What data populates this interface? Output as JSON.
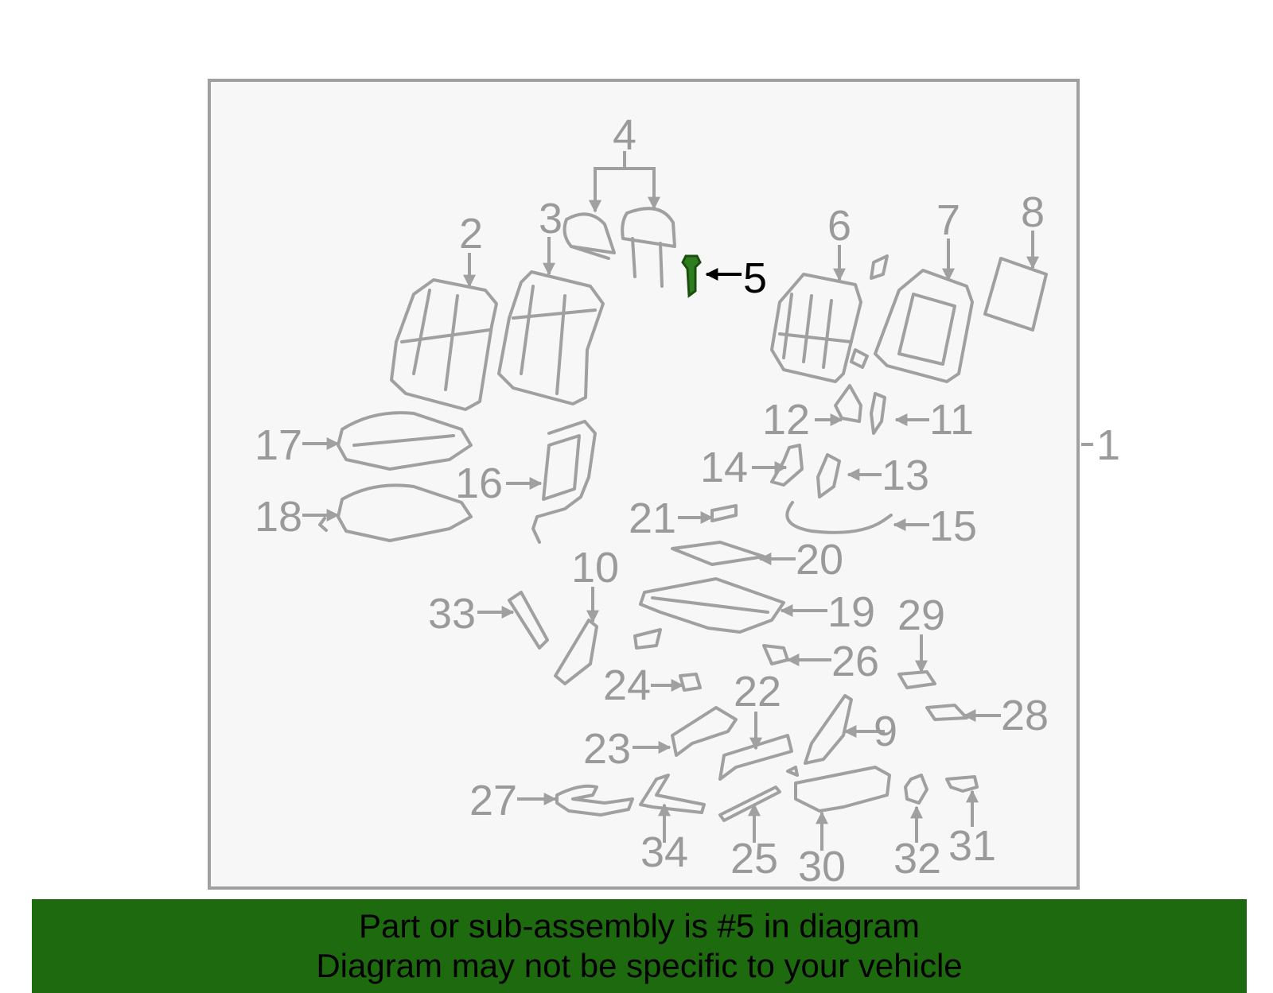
{
  "diagram": {
    "highlight_color": "#2e7d1e",
    "callouts": {
      "c1": "1",
      "c2": "2",
      "c3": "3",
      "c4": "4",
      "c5": "5",
      "c6": "6",
      "c7": "7",
      "c8": "8",
      "c9": "9",
      "c10": "10",
      "c11": "11",
      "c12": "12",
      "c13": "13",
      "c14": "14",
      "c15": "15",
      "c16": "16",
      "c17": "17",
      "c18": "18",
      "c19": "19",
      "c20": "20",
      "c21": "21",
      "c22": "22",
      "c23": "23",
      "c24": "24",
      "c25": "25",
      "c26": "26",
      "c27": "27",
      "c28": "28",
      "c29": "29",
      "c30": "30",
      "c31": "31",
      "c32": "32",
      "c33": "33",
      "c34": "34"
    }
  },
  "banner": {
    "background": "#1d6b0e",
    "line1": "Part or sub-assembly is #5 in diagram",
    "line2": "Diagram may not be specific to your vehicle"
  }
}
